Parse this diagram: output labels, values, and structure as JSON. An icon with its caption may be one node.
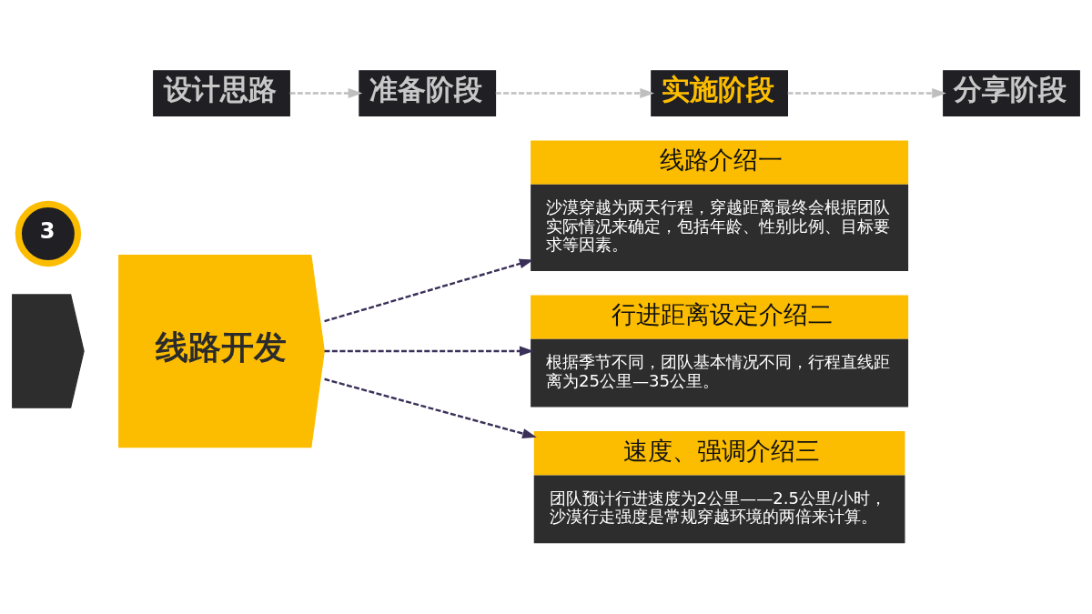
{
  "diagram": {
    "nodes": [
      {
        "text": [
          "3"
        ]
      },
      {
        "text": [
          "设计思路"
        ]
      },
      {
        "text": [
          "准备阶段"
        ]
      },
      {
        "text": [
          "实施阶段"
        ]
      },
      {
        "text": [
          "分享阶段"
        ]
      },
      {
        "text": [],
        "shape": "chevron"
      },
      {
        "text": [
          "线路开发"
        ]
      },
      {
        "text": [
          "线路介绍一",
          "沙漠穿越为两天行程，穿越距离最终会根据团队实际情况来确定，包括年龄、性别比例、目标要求等因素。"
        ]
      },
      {
        "text": [
          "行进距离设定介绍二",
          "根据季节不同，团队基本情况不同，行程直线距离为25公里—35公里。"
        ]
      },
      {
        "text": [
          "速度、强调介绍三",
          "团队预计行进速度为2公里——2.5公里/小时，沙漠行走强度是常规穿越环境的两倍来计算。"
        ]
      }
    ],
    "edges": [
      {
        "from": 1,
        "to": 2,
        "arrow": "to",
        "style": "dashed",
        "color": "#bfbfbf"
      },
      {
        "from": 2,
        "to": 3,
        "arrow": "to",
        "style": "dashed",
        "color": "#bfbfbf"
      },
      {
        "from": 3,
        "to": 4,
        "arrow": "to",
        "style": "dashed",
        "color": "#bfbfbf"
      },
      {
        "from": 6,
        "to": 7,
        "arrow": "to",
        "style": "dashed",
        "color": "#3a3058"
      },
      {
        "from": 6,
        "to": 8,
        "arrow": "to",
        "style": "dashed",
        "color": "#3a3058"
      },
      {
        "from": 6,
        "to": 9,
        "arrow": "to",
        "style": "dashed",
        "color": "#3a3058"
      }
    ]
  }
}
